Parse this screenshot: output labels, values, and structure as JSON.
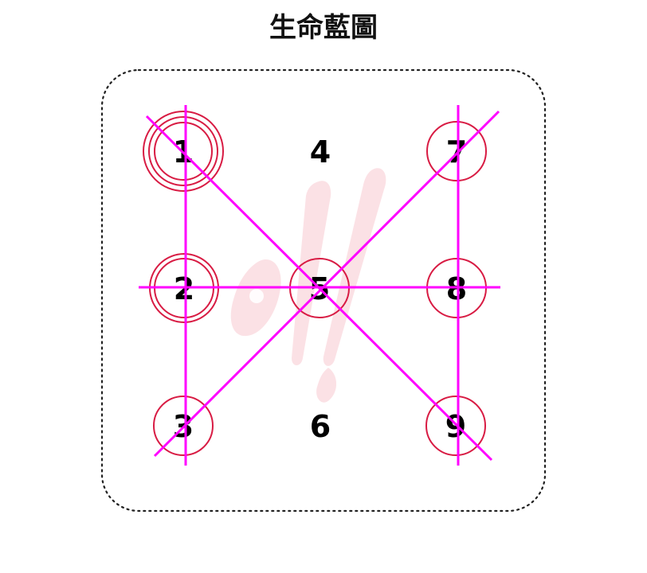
{
  "title": "生命藍圖",
  "colors": {
    "ring": "#d81b43",
    "line": "#ff00ff",
    "text": "#000000",
    "watermark": "#f7c9cf"
  },
  "watermark_icon": "brush-calligraphy-watermark-icon",
  "cells": [
    {
      "label": "1",
      "rings": 3
    },
    {
      "label": "2",
      "rings": 2
    },
    {
      "label": "3",
      "rings": 1
    },
    {
      "label": "4",
      "rings": 0
    },
    {
      "label": "5",
      "rings": 1
    },
    {
      "label": "6",
      "rings": 0
    },
    {
      "label": "7",
      "rings": 1
    },
    {
      "label": "8",
      "rings": 1
    },
    {
      "label": "9",
      "rings": 1
    }
  ],
  "lines": [
    {
      "name": "line-1-2-3"
    },
    {
      "name": "line-7-8-9"
    },
    {
      "name": "line-2-5-8"
    },
    {
      "name": "line-1-5-9"
    },
    {
      "name": "line-3-5-7"
    }
  ]
}
